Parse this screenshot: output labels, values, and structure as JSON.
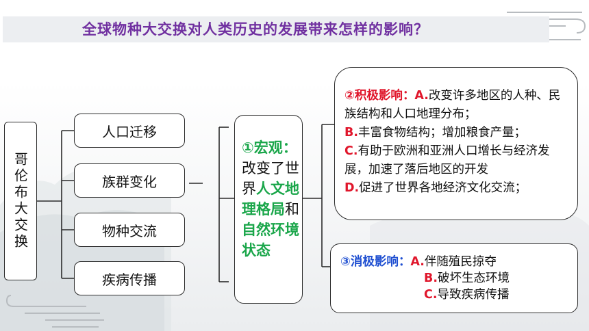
{
  "title": "全球物种大交换对人类历史的发展带来怎样的影响？",
  "root": "哥伦布大交换",
  "categories": [
    "人口迁移",
    "族群变化",
    "物种交流",
    "疾病传播"
  ],
  "macro": {
    "title": "①宏观：",
    "text1": "改变了世界",
    "green1": "人文地理格局",
    "text2": "和",
    "green2": "自然环境状态"
  },
  "positive": {
    "title": "②积极影响：",
    "a_label": "A.",
    "a_text": "改变许多地区的人种、民族结构和人口地理分布；",
    "b_label": "B.",
    "b_text": "丰富食物结构；增加粮食产量；",
    "c_label": "C.",
    "c_text": "有助于欧洲和亚洲人口增长与经济发展，加速了落后地区的开发",
    "d_label": "D.",
    "d_text": "促进了世界各地经济文化交流；"
  },
  "negative": {
    "title": "③消极影响：",
    "a_label": "A.",
    "a_text": "伴随殖民掠夺",
    "b_label": "B.",
    "b_text": "破坏生态环境",
    "c_label": "C.",
    "c_text": "导致疾病传播"
  },
  "colors": {
    "title": "#7030a0",
    "green": "#1aa64a",
    "red": "#e0162b",
    "blue": "#1f4fd1"
  }
}
